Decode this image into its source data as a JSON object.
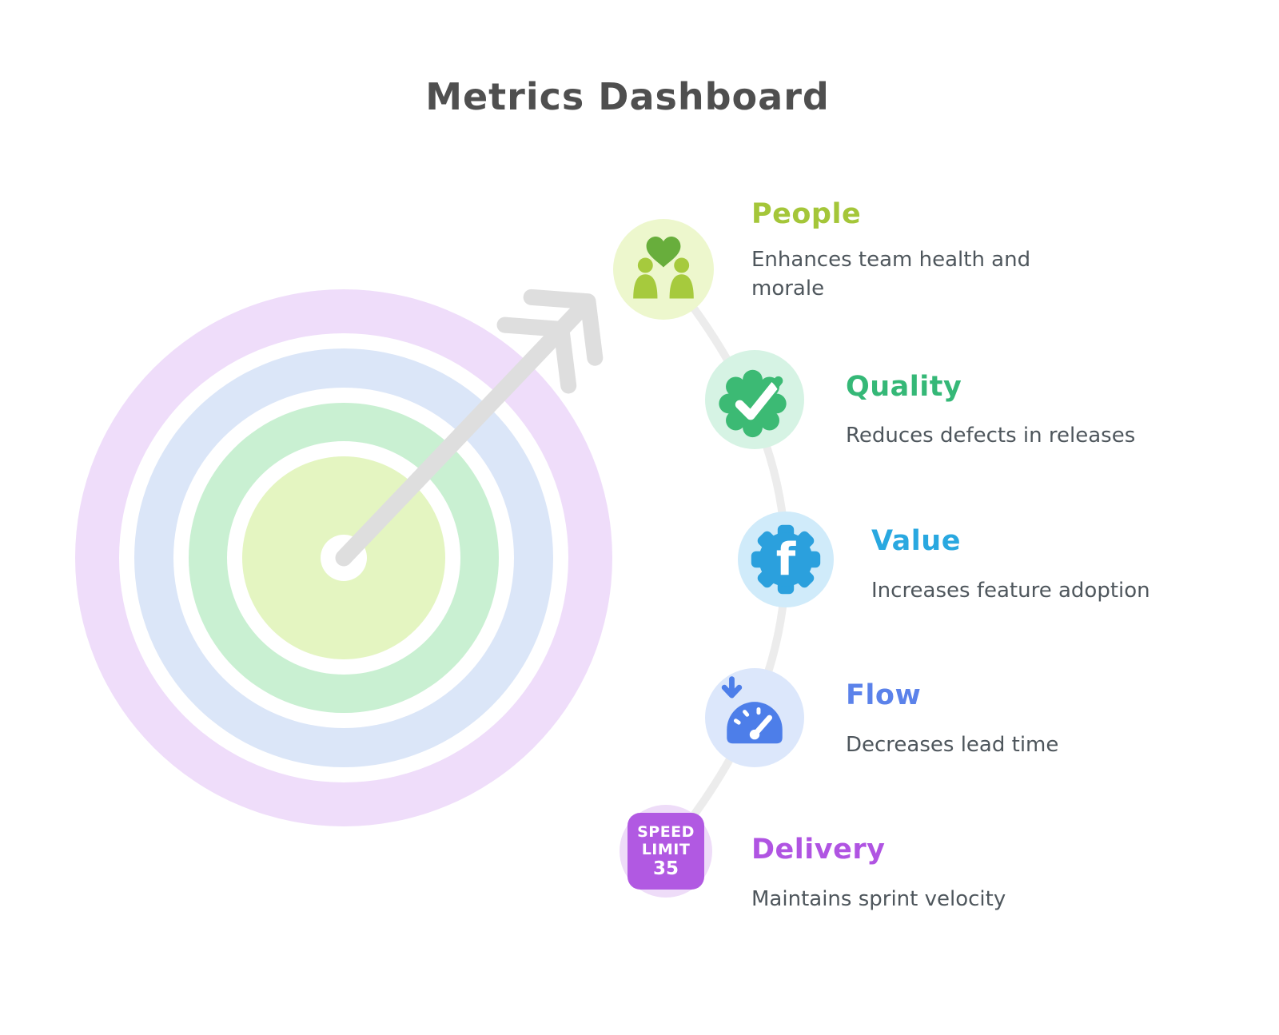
{
  "title": "Metrics Dashboard",
  "bullseye": {
    "ring_colors": [
      "#efddfa",
      "#ffffff",
      "#dbe6f8",
      "#ffffff",
      "#c9f0d2",
      "#ffffff",
      "#e4f5c1"
    ],
    "arrow_color": "#dedede",
    "connector_color": "#ececec"
  },
  "items": [
    {
      "id": "people",
      "label": "People",
      "description": "Enhances team health and morale",
      "accent": "#a4c639",
      "icon": "people-with-heart-icon",
      "icon_bg": "#edf7cd"
    },
    {
      "id": "quality",
      "label": "Quality",
      "description": "Reduces defects in releases",
      "accent": "#35b877",
      "icon": "verified-badge-check-icon",
      "icon_bg": "#d6f3e4"
    },
    {
      "id": "value",
      "label": "Value",
      "description": "Increases feature adoption",
      "accent": "#29a8e0",
      "icon": "gear-with-letter-icon",
      "icon_bg": "#d0ebfa",
      "icon_letter": "f"
    },
    {
      "id": "flow",
      "label": "Flow",
      "description": "Decreases lead time",
      "accent": "#5b82ea",
      "icon": "speedometer-down-arrow-icon",
      "icon_bg": "#dce7fb"
    },
    {
      "id": "delivery",
      "label": "Delivery",
      "description": "Maintains sprint velocity",
      "accent": "#b054e2",
      "icon": "speed-limit-sign-icon",
      "icon_bg": "#eedcf8",
      "sign_bg": "#b159e2",
      "sign_lines": [
        "SPEED",
        "LIMIT",
        "35"
      ]
    }
  ]
}
